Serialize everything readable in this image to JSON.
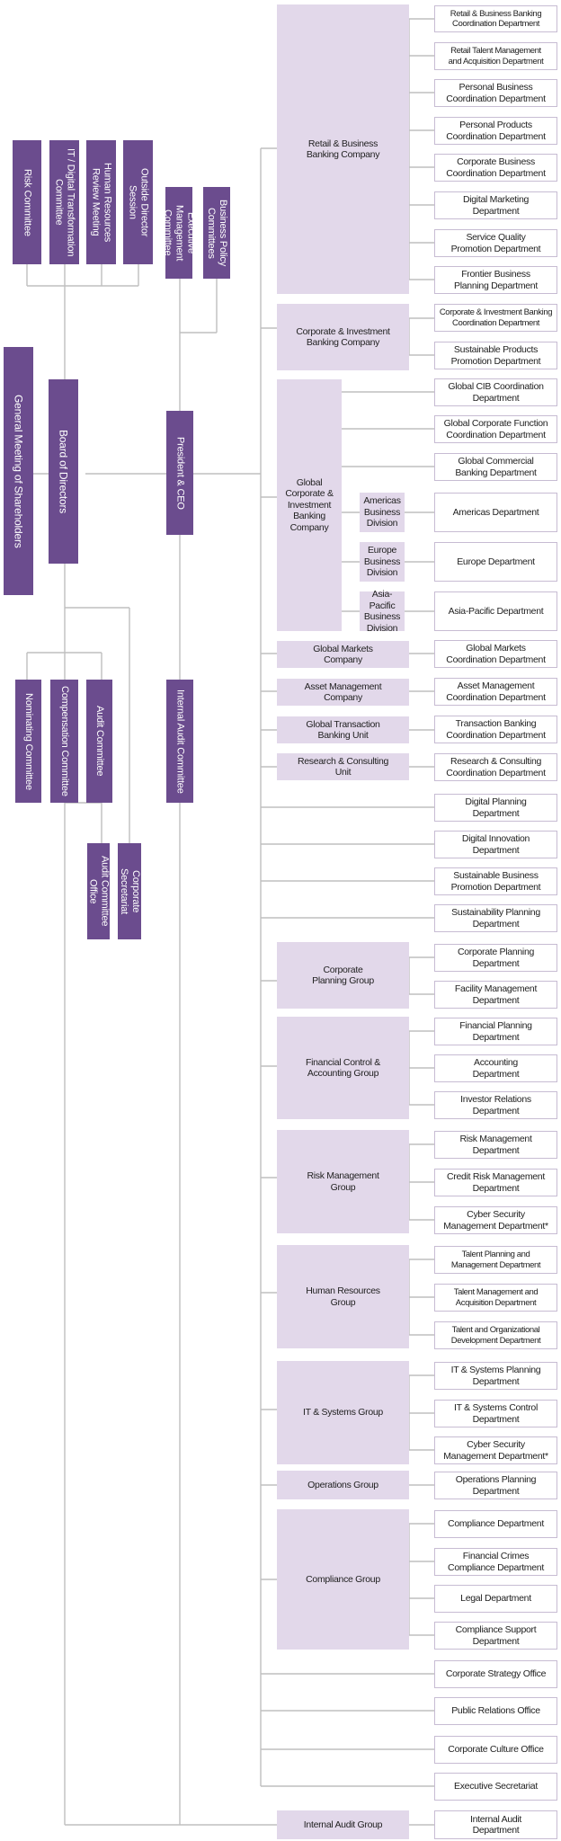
{
  "colors": {
    "dark_box": "#6b4c8e",
    "group_box": "#e2d8ea",
    "dept_border": "#c7bcd3",
    "line": "#bfbfbf"
  },
  "governance": {
    "general_meeting": "General Meeting of Shareholders",
    "board": "Board of Directors",
    "risk_committee": "Risk Committee",
    "it_dx_committee": "IT / Digital Transformation\nCommittee",
    "hr_review_meeting": "Human Resources\nReview Meeting",
    "outside_director_session": "Outside Director\nSession",
    "nominating_committee": "Nominating Committee",
    "compensation_committee": "Compensation Committee",
    "audit_committee": "Audit Committee",
    "audit_committee_office": "Audit Committee\nOffice",
    "corporate_secretariat": "Corporate\nSecretariat",
    "executive_management_committee": "Executive Management\nCommittee",
    "business_policy_committees": "Business Policy\nCommittees",
    "president_ceo": "President & CEO",
    "internal_audit_committee": "Internal Audit Committee"
  },
  "groups": {
    "retail": "Retail & Business\nBanking Company",
    "cib": "Corporate & Investment\nBanking Company",
    "gcib": "Global\nCorporate &\nInvestment\nBanking\nCompany",
    "americas_div": "Americas\nBusiness\nDivision",
    "europe_div": "Europe\nBusiness\nDivision",
    "apac_div": "Asia-Pacific\nBusiness\nDivision",
    "global_markets": "Global Markets\nCompany",
    "asset_management": "Asset Management\nCompany",
    "global_transaction": "Global Transaction\nBanking Unit",
    "research": "Research & Consulting\nUnit",
    "corporate_planning": "Corporate\nPlanning Group",
    "financial_control": "Financial Control &\nAccounting Group",
    "risk_management": "Risk Management\nGroup",
    "human_resources": "Human Resources\nGroup",
    "it_systems": "IT & Systems Group",
    "operations": "Operations Group",
    "compliance": "Compliance Group",
    "internal_audit": "Internal Audit Group"
  },
  "departments": {
    "d01": "Retail & Business Banking\nCoordination Department",
    "d02": "Retail Talent Management\nand Acquisition Department",
    "d03": "Personal Business\nCoordination Department",
    "d04": "Personal Products\nCoordination Department",
    "d05": "Corporate Business\nCoordination Department",
    "d06": "Digital Marketing\nDepartment",
    "d07": "Service Quality\nPromotion Department",
    "d08": "Frontier Business\nPlanning Department",
    "d09": "Corporate & Investment Banking\nCoordination Department",
    "d10": "Sustainable Products\nPromotion Department",
    "d11": "Global CIB Coordination\nDepartment",
    "d12": "Global Corporate Function\nCoordination Department",
    "d13": "Global Commercial\nBanking Department",
    "d14": "Americas Department",
    "d15": "Europe Department",
    "d16": "Asia-Pacific Department",
    "d17": "Global Markets\nCoordination Department",
    "d18": "Asset Management\nCoordination Department",
    "d19": "Transaction Banking\nCoordination Department",
    "d20": "Research & Consulting\nCoordination Department",
    "d21": "Digital Planning\nDepartment",
    "d22": "Digital Innovation\nDepartment",
    "d23": "Sustainable Business\nPromotion Department",
    "d24": "Sustainability Planning\nDepartment",
    "d25": "Corporate Planning\nDepartment",
    "d26": "Facility Management\nDepartment",
    "d27": "Financial Planning\nDepartment",
    "d28": "Accounting\nDepartment",
    "d29": "Investor Relations\nDepartment",
    "d30": "Risk Management\nDepartment",
    "d31": "Credit Risk Management\nDepartment",
    "d32": "Cyber Security\nManagement Department*",
    "d33": "Talent Planning and\nManagement Department",
    "d34": "Talent Management and\nAcquisition Department",
    "d35": "Talent and Organizational\nDevelopment Department",
    "d36": "IT & Systems Planning\nDepartment",
    "d37": "IT & Systems Control\nDepartment",
    "d38": "Cyber Security\nManagement Department*",
    "d39": "Operations Planning\nDepartment",
    "d40": "Compliance Department",
    "d41": "Financial Crimes\nCompliance Department",
    "d42": "Legal Department",
    "d43": "Compliance Support\nDepartment",
    "d44": "Corporate Strategy Office",
    "d45": "Public Relations Office",
    "d46": "Corporate Culture Office",
    "d47": "Executive Secretariat",
    "d48": "Internal Audit\nDepartment"
  }
}
